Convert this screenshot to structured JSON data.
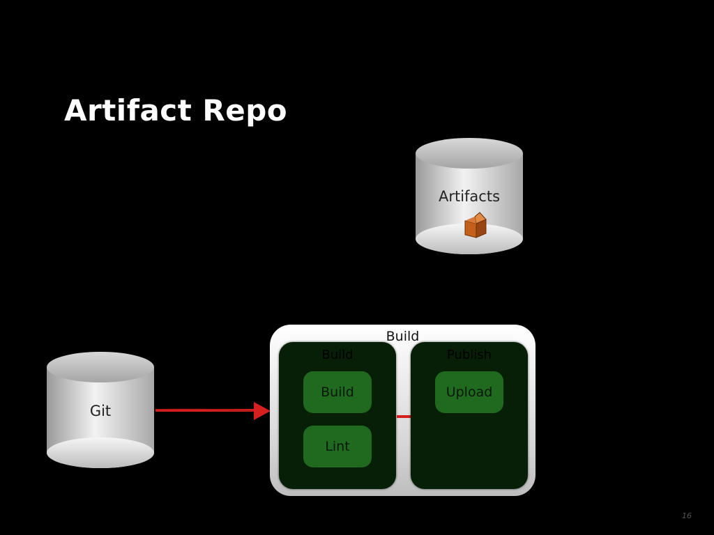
{
  "slide": {
    "title": "Artifact Repo",
    "number": "16"
  },
  "artifacts_repo": {
    "label": "Artifacts",
    "icon": "package-box-icon"
  },
  "git_repo": {
    "label": "Git"
  },
  "build_pipeline": {
    "title": "Build",
    "stages": [
      {
        "title": "Build",
        "jobs": [
          "Build",
          "Lint"
        ]
      },
      {
        "title": "Publish",
        "jobs": [
          "Upload"
        ]
      }
    ]
  },
  "colors": {
    "background": "#000000",
    "arrow": "#d62020",
    "stage_fill": "#061f06",
    "job_fill": "#1f6a1f",
    "package": "#c4601c"
  }
}
